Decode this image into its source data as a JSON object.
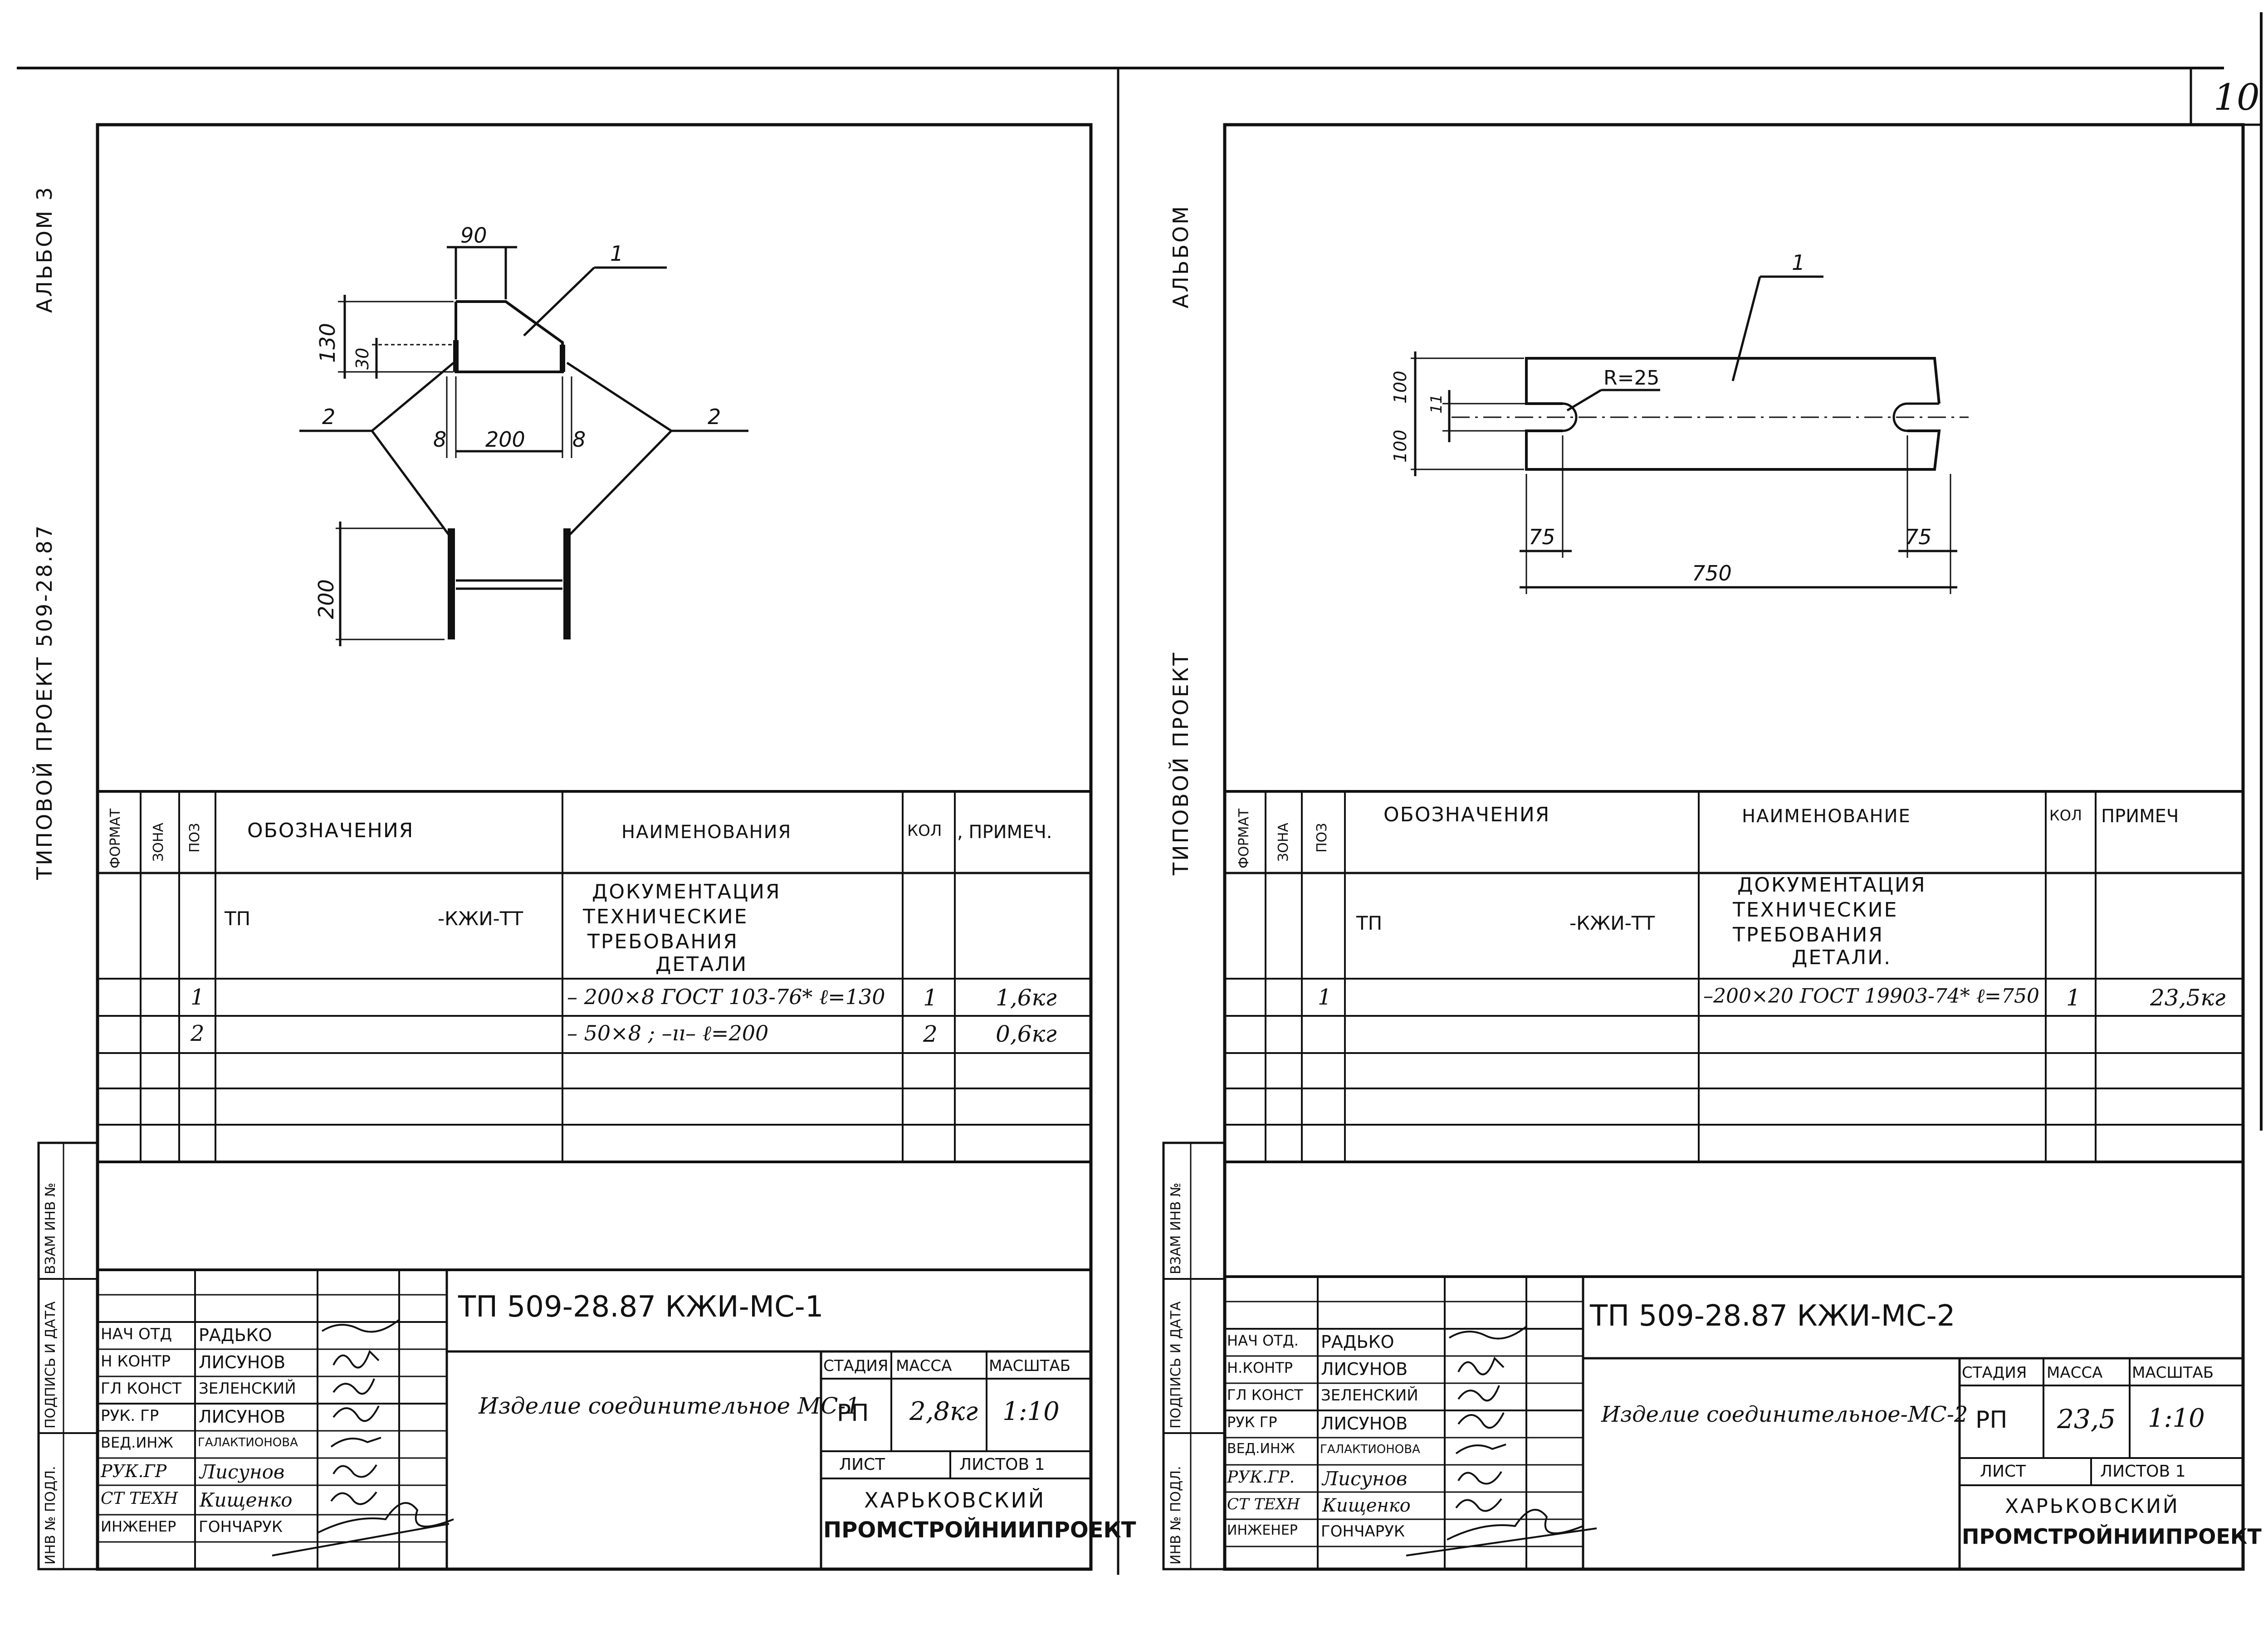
{
  "page_number": "10",
  "left_sheet": {
    "side_label_album": "АЛЬБОМ 3",
    "side_label_project": "ТИПОВОЙ ПРОЕКТ  509-28.87",
    "side_label_stamp_1": "ВЗАМ ИНВ №",
    "side_label_stamp_2": "ПОДПИСЬ И ДАТА",
    "side_label_stamp_3": "ИНВ № ПОДЛ.",
    "drawing_labels": {
      "pos1": "1",
      "pos2_left": "2",
      "pos2_right": "2",
      "dim_90": "90",
      "dim_130": "130",
      "dim_30": "30",
      "dim_8_left": "8",
      "dim_200_h": "200",
      "dim_8_right": "8",
      "dim_200_v": "200"
    },
    "spec_headers": {
      "format": "ФОРМАТ",
      "zone": "ЗОНА",
      "pos": "ПОЗ",
      "designation": "ОБОЗНАЧЕНИЯ",
      "name": "НАИМЕНОВАНИЯ",
      "qty": "КОЛ",
      "note": ", ПРИМЕЧ."
    },
    "spec_docs": {
      "designation_prefix": "ТП",
      "designation_suffix": "-КЖИ-ТТ",
      "name_lines": [
        "ДОКУМЕНТАЦИЯ",
        "ТЕХНИЧЕСКИЕ",
        "ТРЕБОВАНИЯ",
        "ДЕТАЛИ"
      ]
    },
    "spec_rows": [
      {
        "pos": "1",
        "name": "– 200×8 ГОСТ 103-76* ℓ=130",
        "qty": "1",
        "note": "1,6кг"
      },
      {
        "pos": "2",
        "name": "– 50×8 ; –ıı–   ℓ=200",
        "qty": "2",
        "note": "0,6кг"
      }
    ],
    "title_code": "ТП    509-28.87  КЖИ-МС-1",
    "product_name": "Изделие соединительное МС-1",
    "stage_header": "СТАДИЯ",
    "mass_header": "МАССА",
    "scale_header": "МАСШТАБ",
    "stage": "РП",
    "mass": "2,8кг",
    "scale": "1:10",
    "sheet_label": "ЛИСТ",
    "sheets_label": "ЛИСТОВ 1",
    "org_line1": "ХАРЬКОВСКИЙ",
    "org_line2": "ПРОМСТРОЙНИИПРОЕКТ",
    "signatures": [
      {
        "role": "НАЧ ОТД",
        "name": "РАДЬКО"
      },
      {
        "role": "Н КОНТР",
        "name": "ЛИСУНОВ"
      },
      {
        "role": "ГЛ КОНСТ",
        "name": "ЗЕЛЕНСКИЙ"
      },
      {
        "role": "РУК. ГР",
        "name": "ЛИСУНОВ"
      },
      {
        "role": "ВЕД.ИНЖ",
        "name": "ГАЛАКТИОНОВА"
      },
      {
        "role": "РУК.ГР",
        "name": "Лисунов"
      },
      {
        "role": "СТ ТЕХН",
        "name": "Кищенко"
      },
      {
        "role": "ИНЖЕНЕР",
        "name": "ГОНЧАРУК"
      }
    ]
  },
  "right_sheet": {
    "side_label_album": "АЛЬБОМ",
    "side_label_project": "ТИПОВОЙ ПРОЕКТ",
    "side_label_stamp_1": "ВЗАМ ИНВ №",
    "side_label_stamp_2": "ПОДПИСЬ И ДАТА",
    "side_label_stamp_3": "ИНВ № ПОДЛ.",
    "drawing_labels": {
      "pos1": "1",
      "radius": "R=25",
      "dim_100_top": "100",
      "dim_11": "11",
      "dim_100_bottom": "100",
      "dim_75_left": "75",
      "dim_75_right": "75",
      "dim_750": "750"
    },
    "spec_headers": {
      "format": "ФОРМАТ",
      "zone": "ЗОНА",
      "pos": "ПОЗ",
      "designation": "ОБОЗНАЧЕНИЯ",
      "name": "НАИМЕНОВАНИЕ",
      "qty": "КОЛ",
      "note": "ПРИМЕЧ"
    },
    "spec_docs": {
      "designation_prefix": "ТП",
      "designation_suffix": "-КЖИ-ТТ",
      "name_lines": [
        "ДОКУМЕНТАЦИЯ",
        "ТЕХНИЧЕСКИЕ",
        "ТРЕБОВАНИЯ",
        "ДЕТАЛИ."
      ]
    },
    "spec_rows": [
      {
        "pos": "1",
        "name": "–200×20 ГОСТ 19903-74* ℓ=750",
        "qty": "1",
        "note": "23,5кг"
      }
    ],
    "title_code": "ТП    509-28.87    КЖИ-МС-2",
    "product_name": "Изделие соединительное-МС-2",
    "stage_header": "СТАДИЯ",
    "mass_header": "МАССА",
    "scale_header": "МАСШТАБ",
    "stage": "РП",
    "mass": "23,5",
    "scale": "1:10",
    "sheet_label": "ЛИСТ",
    "sheets_label": "ЛИСТОВ 1",
    "org_line1": "ХАРЬКОВСКИЙ",
    "org_line2": "ПРОМСТРОЙНИИПРОЕКТ",
    "signatures": [
      {
        "role": "НАЧ ОТД.",
        "name": "РАДЬКО"
      },
      {
        "role": "Н.КОНТР",
        "name": "ЛИСУНОВ"
      },
      {
        "role": "ГЛ КОНСТ",
        "name": "ЗЕЛЕНСКИЙ"
      },
      {
        "role": "РУК ГР",
        "name": "ЛИСУНОВ"
      },
      {
        "role": "ВЕД.ИНЖ",
        "name": "ГАЛАКТИОНОВА"
      },
      {
        "role": "РУК.ГР.",
        "name": "Лисунов"
      },
      {
        "role": "СТ ТЕХН",
        "name": "Кищенко"
      },
      {
        "role": "ИНЖЕНЕР",
        "name": "ГОНЧАРУК"
      }
    ]
  }
}
